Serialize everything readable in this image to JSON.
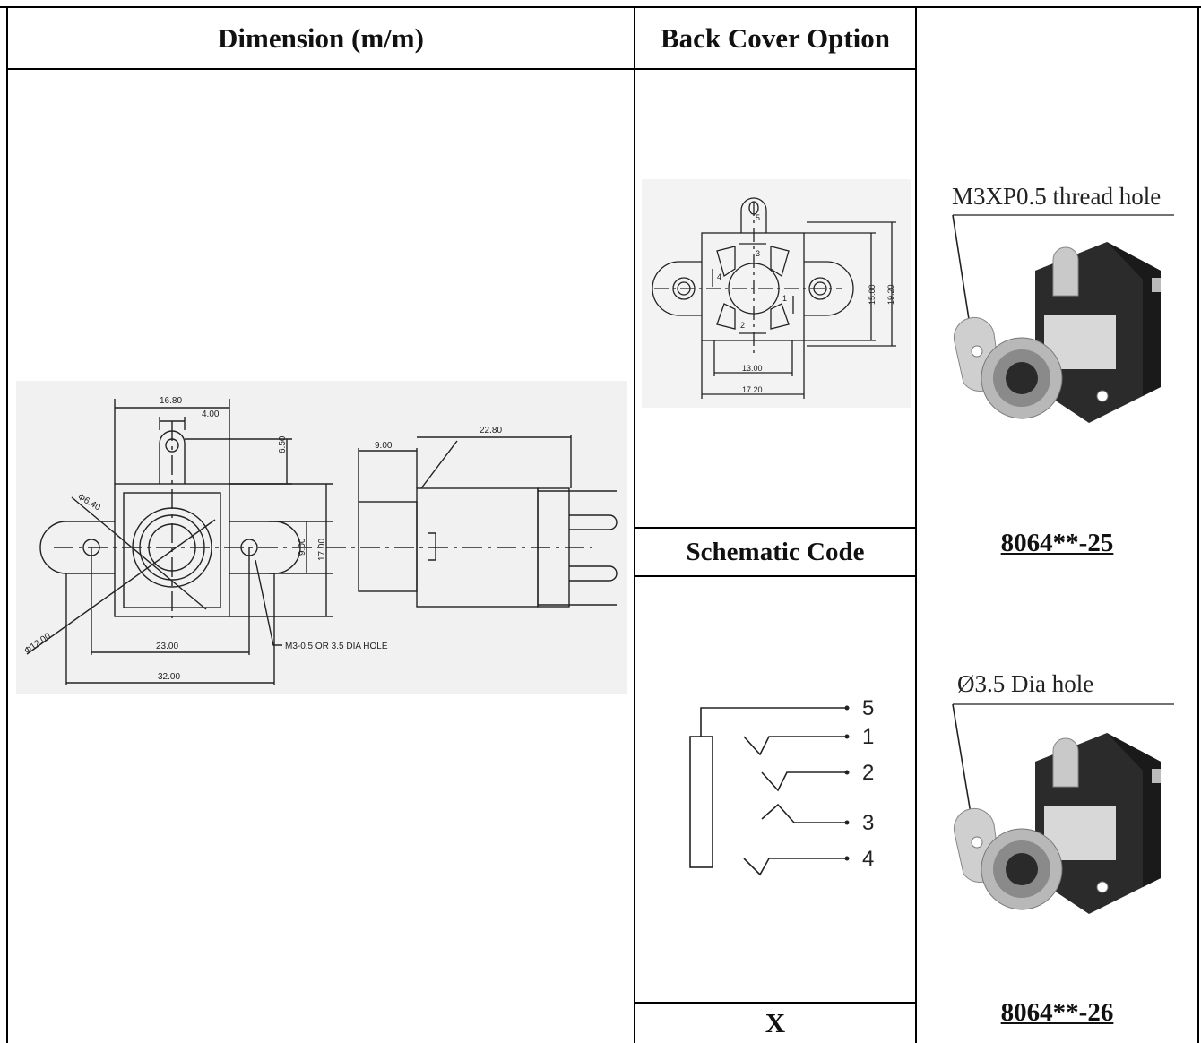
{
  "headers": {
    "dimension": "Dimension (m/m)",
    "back_cover": "Back Cover Option",
    "schematic": "Schematic Code"
  },
  "schematic_value": "X",
  "dimension_drawing": {
    "front_labels": {
      "w1680": "16.80",
      "w400": "4.00",
      "h650": "6.50",
      "d640": "Φ6.40",
      "h900": "9.00",
      "h1700": "17.00",
      "d1200": "Φ12.00",
      "w2300": "23.00",
      "w3200": "32.00",
      "hole": "M3-0.5 OR 3.5 DIA HOLE"
    },
    "side_labels": {
      "w900": "9.00",
      "w2280": "22.80"
    }
  },
  "back_cover_drawing": {
    "labels": {
      "w1300": "13.00",
      "w1720": "17.20",
      "h1500": "15.00",
      "h1920": "19.20"
    },
    "pins": [
      "1",
      "2",
      "3",
      "4",
      "5"
    ]
  },
  "schematic_pins": [
    "5",
    "1",
    "2",
    "3",
    "4"
  ],
  "options": [
    {
      "note": "M3XP0.5 thread hole",
      "code": "8064**-25"
    },
    {
      "note": "Ø3.5 Dia hole",
      "code": "8064**-26"
    }
  ]
}
